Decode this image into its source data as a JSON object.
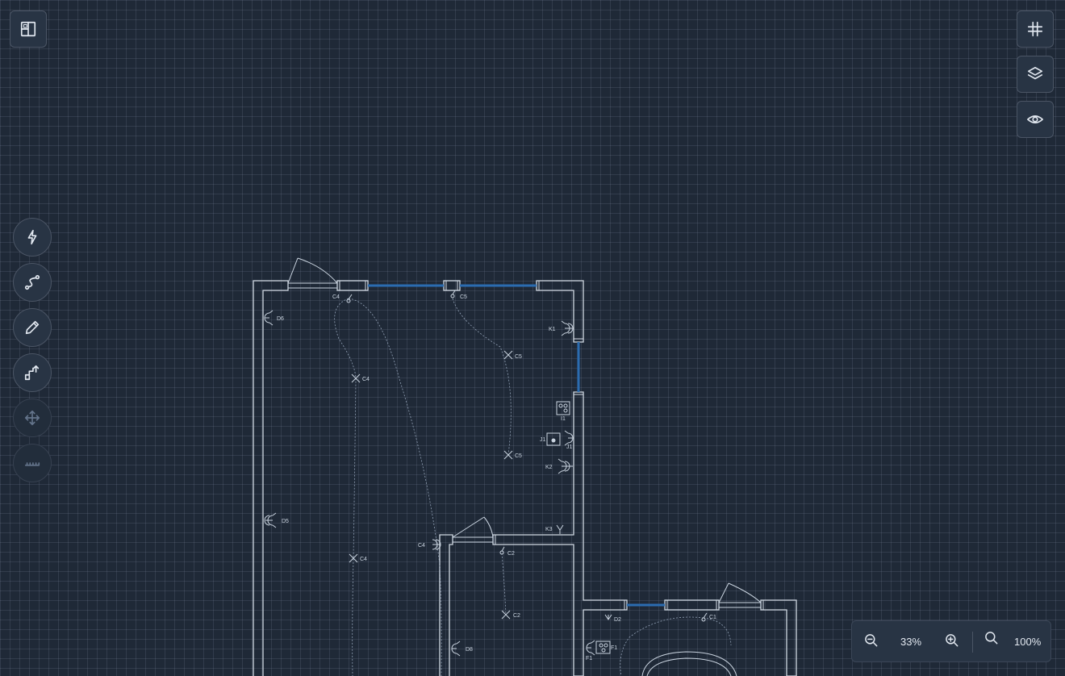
{
  "toolbar_top_left": {
    "icon": "layout-icon"
  },
  "toolbar_top_right": [
    {
      "name": "grid-toggle",
      "icon": "hash-icon"
    },
    {
      "name": "layers",
      "icon": "layers-icon"
    },
    {
      "name": "visibility",
      "icon": "eye-icon"
    }
  ],
  "left_tools": [
    {
      "name": "electrical",
      "icon": "lightning-icon",
      "enabled": true
    },
    {
      "name": "route",
      "icon": "route-icon",
      "enabled": true
    },
    {
      "name": "draw",
      "icon": "pencil-icon",
      "enabled": true
    },
    {
      "name": "stairs",
      "icon": "stairs-icon",
      "enabled": true
    },
    {
      "name": "move",
      "icon": "move-icon",
      "enabled": false
    },
    {
      "name": "measure",
      "icon": "ruler-icon",
      "enabled": false
    }
  ],
  "zoom": {
    "current": "33%",
    "reset_label": "100%"
  },
  "plan_labels": {
    "c4_door": "C4",
    "c5_top": "C5",
    "d6": "D6",
    "k1": "K1",
    "c4_light1": "C4",
    "c5_light1": "C5",
    "i1": "I1",
    "j1_left": "J1",
    "j1_right": "J1",
    "k2": "K2",
    "c5_light2": "C5",
    "d5": "D5",
    "c4_light2": "C4",
    "k3": "K3",
    "c4_switch2": "C4",
    "c2_switch": "C2",
    "c2_light": "C2",
    "d8": "D8",
    "d2": "D2",
    "c1": "C1",
    "f1_right": "F1",
    "f1_below": "F1"
  },
  "colors": {
    "background": "#1f2937",
    "wall": "#cbd5e1",
    "window": "#2b6cb0",
    "circuit": "#94a3b8"
  }
}
